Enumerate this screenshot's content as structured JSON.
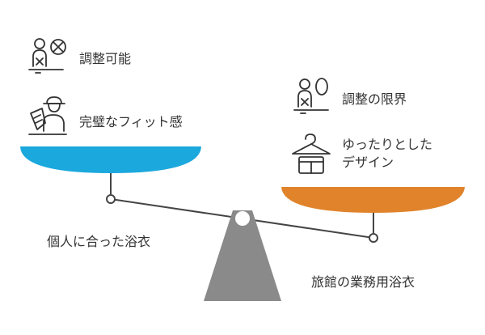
{
  "diagram": {
    "left_pan": {
      "caption": "個人に合った浴衣",
      "items": [
        {
          "icon": "adjustable-person-icon",
          "label": "調整可能"
        },
        {
          "icon": "perfect-fit-person-icon",
          "label": "完璧なフィット感"
        }
      ]
    },
    "right_pan": {
      "caption": "旅館の業務用浴衣",
      "items": [
        {
          "icon": "limited-adjustment-person-icon",
          "label": "調整の限界"
        },
        {
          "icon": "hanger-robe-icon",
          "label_lines": [
            "ゆったりとした",
            "デザイン"
          ]
        }
      ]
    },
    "colors": {
      "left_pan": "#1ba8dd",
      "right_pan": "#e0832b",
      "fulcrum": "#8a8a8a",
      "beam": "#444444",
      "icon_stroke": "#333333"
    }
  }
}
